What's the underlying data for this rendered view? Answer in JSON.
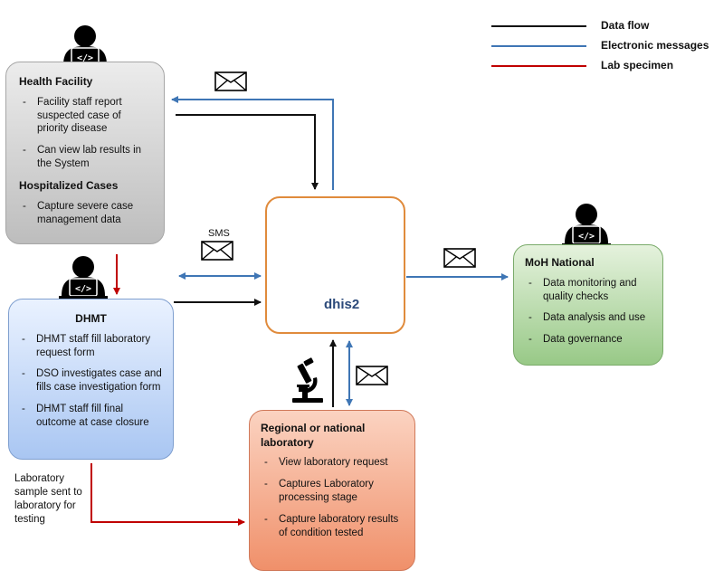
{
  "legend": {
    "data_flow": "Data flow",
    "electronic_messages": "Electronic messages",
    "lab_specimen": "Lab specimen"
  },
  "health_facility": {
    "title": "Health Facility",
    "items": [
      "Facility staff report suspected case of priority disease",
      "Can view lab results in the System"
    ],
    "subtitle": "Hospitalized Cases",
    "sub_items": [
      "Capture severe case management data"
    ]
  },
  "dhmt": {
    "title": "DHMT",
    "items": [
      "DHMT staff fill laboratory request form",
      "DSO investigates case and fills case investigation form",
      "DHMT staff fill final outcome at case closure"
    ]
  },
  "lab": {
    "title": "Regional or national laboratory",
    "items": [
      "View laboratory request",
      "Captures Laboratory processing stage",
      "Capture laboratory results of condition tested"
    ]
  },
  "moh": {
    "title": "MoH National",
    "items": [
      "Data monitoring and quality checks",
      "Data analysis and use",
      "Data governance"
    ]
  },
  "center": {
    "logo_text": "dhis2"
  },
  "sms_label": "SMS",
  "sample_note": "Laboratory sample sent to laboratory for testing",
  "colors": {
    "data_flow": "#111111",
    "electronic_messages": "#3f76b5",
    "lab_specimen": "#c00000",
    "dhis_border": "#e08b3c"
  },
  "icons": [
    "user-laptop-icon",
    "envelope-icon",
    "microscope-icon",
    "cloud-database-icon",
    "dhis2-logo-icon"
  ]
}
